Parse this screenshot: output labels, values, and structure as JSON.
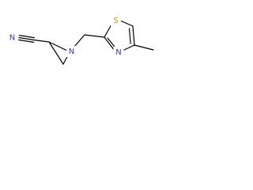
{
  "molecule": {
    "atoms": {
      "nitrile_n": {
        "symbol": "N",
        "color": "#3333cc"
      },
      "aziridine_n": {
        "symbol": "N",
        "color": "#3333cc"
      },
      "thiazole_n": {
        "symbol": "N",
        "color": "#3333cc"
      },
      "thiazole_s": {
        "symbol": "S",
        "color": "#b8a000"
      }
    }
  }
}
